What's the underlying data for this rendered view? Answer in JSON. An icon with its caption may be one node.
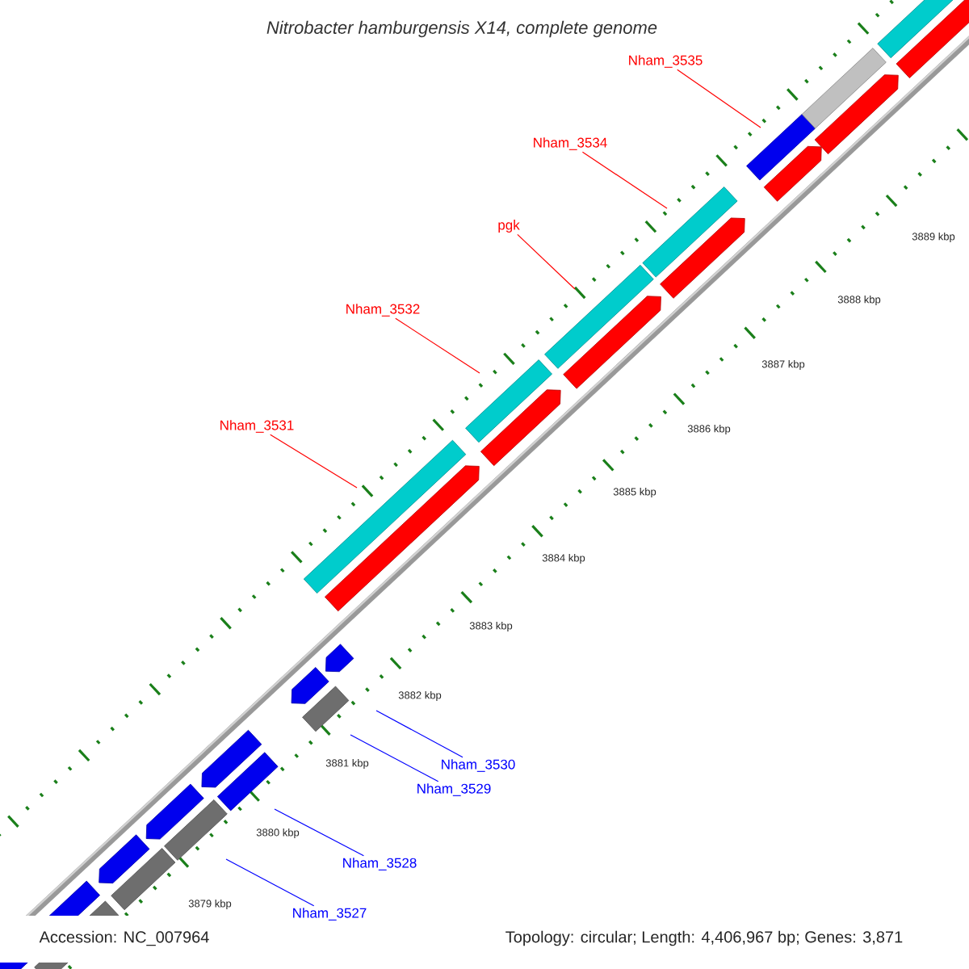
{
  "diagram": {
    "title": "Nitrobacter hamburgensis X14, complete genome",
    "nodes": [
      {
        "text": [
          "Nham_3535"
        ]
      },
      {
        "text": [
          "Nham_3534"
        ]
      },
      {
        "text": [
          "pgk"
        ]
      },
      {
        "text": [
          "Nham_3532"
        ]
      },
      {
        "text": [
          "Nham_3531"
        ]
      },
      {
        "text": [
          "Nham_3530"
        ]
      },
      {
        "text": [
          "Nham_3529"
        ]
      },
      {
        "text": [
          "Nham_3528"
        ]
      },
      {
        "text": [
          "Nham_3527"
        ]
      }
    ],
    "edges": [
      {
        "from": 0,
        "to": null,
        "arrow": "none"
      },
      {
        "from": 1,
        "to": null,
        "arrow": "none"
      },
      {
        "from": 2,
        "to": null,
        "arrow": "none"
      },
      {
        "from": 3,
        "to": null,
        "arrow": "none"
      },
      {
        "from": 4,
        "to": null,
        "arrow": "none"
      },
      {
        "from": 5,
        "to": null,
        "arrow": "none",
        "color": "#0000ff"
      },
      {
        "from": 6,
        "to": null,
        "arrow": "none",
        "color": "#0000ff"
      },
      {
        "from": 7,
        "to": null,
        "arrow": "none",
        "color": "#0000ff"
      },
      {
        "from": 8,
        "to": null,
        "arrow": "none",
        "color": "#0000ff"
      }
    ],
    "labels": [
      "3889 kbp",
      "3888 kbp",
      "3887 kbp",
      "3886 kbp",
      "3885 kbp",
      "3884 kbp",
      "3883 kbp",
      "3882 kbp",
      "3881 kbp",
      "3880 kbp",
      "3879 kbp",
      "Accession: NC_007964",
      "Topology: circular; Length: 4,406,967 bp; Genes: 3,871"
    ]
  }
}
